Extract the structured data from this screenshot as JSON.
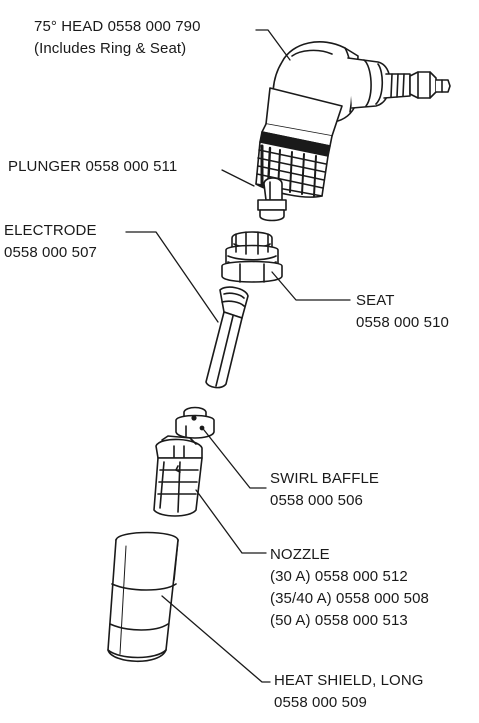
{
  "labels": {
    "head": {
      "line1": "75° HEAD  0558 000 790",
      "line2": "(Includes Ring & Seat)"
    },
    "plunger": {
      "line1": "PLUNGER  0558 000 511"
    },
    "electrode": {
      "line1": "ELECTRODE",
      "line2": "0558 000 507"
    },
    "seat": {
      "line1": "SEAT",
      "line2": "0558 000 510"
    },
    "swirl_baffle": {
      "line1": "SWIRL BAFFLE",
      "line2": "0558 000 506"
    },
    "nozzle": {
      "line1": "NOZZLE",
      "line2": "(30 A) 0558 000 512",
      "line3": "(35/40 A) 0558 000 508",
      "line4": "(50 A) 0558 000 513"
    },
    "heat_shield": {
      "line1": "HEAT SHIELD, LONG",
      "line2": "0558 000 509"
    }
  },
  "colors": {
    "ink": "#1a1a1a",
    "background": "#ffffff"
  }
}
